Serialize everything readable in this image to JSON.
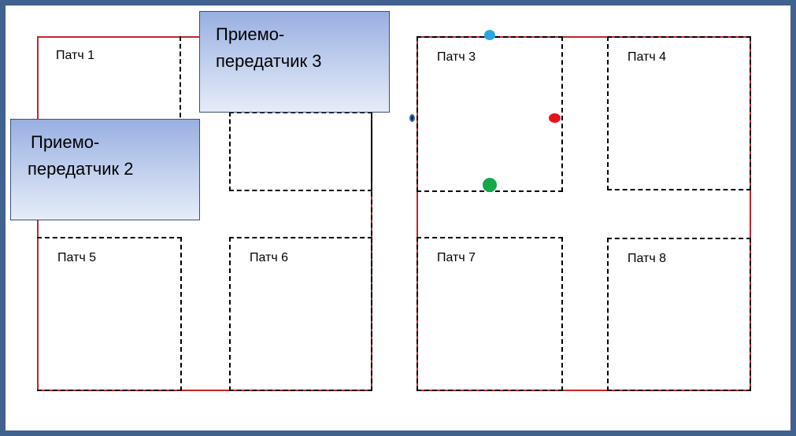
{
  "patches": {
    "p1": "Патч 1",
    "p3": "Патч 3",
    "p4": "Патч 4",
    "p5": "Патч 5",
    "p6": "Патч 6",
    "p7": "Патч 7",
    "p8": "Патч 8"
  },
  "transceivers": {
    "t2": {
      "line1": "Приемо-",
      "line2": "передатчик 2"
    },
    "t3": {
      "line1": "Приемо-",
      "line2": "передатчик 3"
    }
  },
  "markers": {
    "blue": "#29a8e0",
    "red": "#e8141c",
    "green": "#12a84b",
    "black": "#1d2430"
  },
  "colors": {
    "frame": "#41618f",
    "region_border": "#c0262b",
    "patch_border": "#000000"
  }
}
